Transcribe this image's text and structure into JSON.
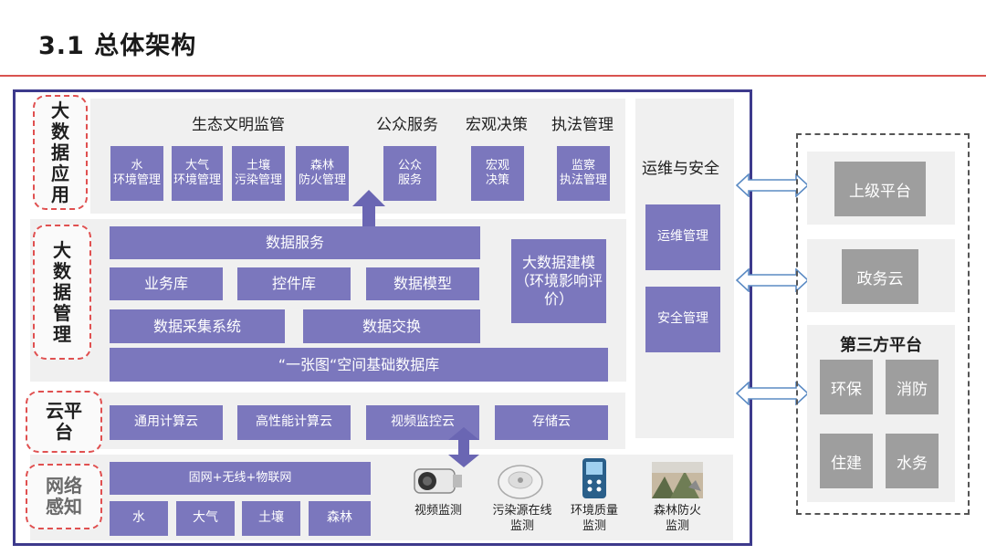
{
  "page_title": "3.1 总体架构",
  "layers": {
    "app": {
      "label": "大数据应用"
    },
    "mgmt": {
      "label": "大数据管理"
    },
    "cloud": {
      "label": "云平台"
    },
    "sense": {
      "label": "网络感知"
    }
  },
  "app": {
    "eco_header": "生态文明监管",
    "eco_items": [
      "水\n环境管理",
      "大气\n环境管理",
      "土壤\n污染管理",
      "森林\n防火管理"
    ],
    "public_header": "公众服务",
    "public_item": "公众\n服务",
    "macro_header": "宏观决策",
    "macro_item": "宏观\n决策",
    "law_header": "执法管理",
    "law_item": "监察\n执法管理"
  },
  "mgmt": {
    "data_service": "数据服务",
    "business_db": "业务库",
    "control_db": "控件库",
    "data_model": "数据模型",
    "collection": "数据采集系统",
    "exchange": "数据交换",
    "base_db": "“一张图“空间基础数据库",
    "modeling": "大数据建模\n（环境影响评价）"
  },
  "ops": {
    "header": "运维与安全",
    "ops_mgmt": "运维管理",
    "security": "安全管理"
  },
  "cloud": {
    "items": [
      "通用计算云",
      "高性能计算云",
      "视频监控云",
      "存储云"
    ]
  },
  "sense": {
    "network": "固网+无线+物联网",
    "items": [
      "水",
      "大气",
      "土壤",
      "森林"
    ],
    "devices": [
      {
        "label": "视频监测",
        "icon": "camera-icon"
      },
      {
        "label": "污染源在线\n监测",
        "icon": "smoke-detector-icon"
      },
      {
        "label": "环境质量\n监测",
        "icon": "handheld-meter-icon"
      },
      {
        "label": "森林防火\n监测",
        "icon": "forest-photo-icon"
      }
    ]
  },
  "external": {
    "superior": "上级平台",
    "gov_cloud": "政务云",
    "third_party": "第三方平台",
    "third_items": [
      "环保",
      "消防",
      "住建",
      "水务"
    ]
  },
  "colors": {
    "accent_purple": "#7b77bd",
    "frame_navy": "#3d3a8c",
    "label_red": "#e05050",
    "gray_box": "#9e9e9e"
  }
}
